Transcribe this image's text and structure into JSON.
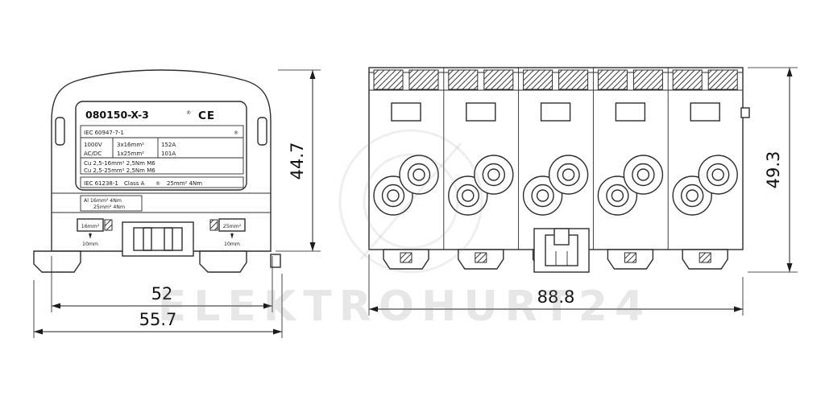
{
  "watermark": "ELEKTROHURT24",
  "side_view": {
    "nameplate": {
      "model": "080150-X-3",
      "r_mark": "®",
      "ce": "CE",
      "std": "IEC 60947-7-1",
      "rows": [
        {
          "a": "1000V",
          "b": "3x16mm²",
          "c": "152A"
        },
        {
          "a": "AC/DC",
          "b": "1x25mm²",
          "c": "101A"
        }
      ],
      "cu1": "Cu 2,5-16mm²  2,5Nm  M6",
      "cu2": "Cu 2,5-25mm²  2,5Nm  M6",
      "cls_std": "IEC 61238-1",
      "cls_class": "Class A",
      "cls_r": "®",
      "cls_val": "25mm²   4Nm",
      "al1": "Al  16mm²   4Nm",
      "al2": "25mm²   4Nm"
    },
    "callouts": {
      "left_box": "16mm²",
      "right_box": "25mm²",
      "left_note": "10mm",
      "right_note": "10mm"
    },
    "dims": {
      "height": "44.7",
      "inner_width": "52",
      "outer_width": "55.7"
    }
  },
  "front_view": {
    "module_count": 5,
    "dims": {
      "width": "88.8",
      "height": "49.3"
    }
  }
}
